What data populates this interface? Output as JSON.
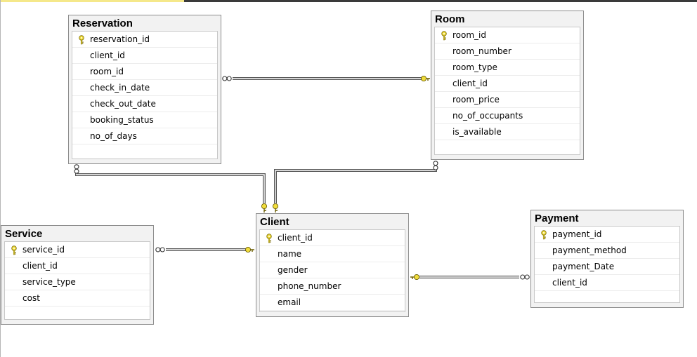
{
  "entities": {
    "reservation": {
      "title": "Reservation",
      "columns": [
        "reservation_id",
        "client_id",
        "room_id",
        "check_in_date",
        "check_out_date",
        "booking_status",
        "no_of_days"
      ],
      "primary_key": "reservation_id"
    },
    "room": {
      "title": "Room",
      "columns": [
        "room_id",
        "room_number",
        "room_type",
        "client_id",
        "room_price",
        "no_of_occupants",
        "is_available"
      ],
      "primary_key": "room_id"
    },
    "client": {
      "title": "Client",
      "columns": [
        "client_id",
        "name",
        "gender",
        "phone_number",
        "email"
      ],
      "primary_key": "client_id"
    },
    "service": {
      "title": "Service",
      "columns": [
        "service_id",
        "client_id",
        "service_type",
        "cost"
      ],
      "primary_key": "service_id"
    },
    "payment": {
      "title": "Payment",
      "columns": [
        "payment_id",
        "payment_method",
        "payment_Date",
        "client_id"
      ],
      "primary_key": "payment_id"
    }
  },
  "relationships": [
    {
      "name": "reservation-room",
      "one": "room",
      "many": "reservation"
    },
    {
      "name": "reservation-client",
      "one": "client",
      "many": "reservation"
    },
    {
      "name": "room-client",
      "one": "client",
      "many": "room"
    },
    {
      "name": "service-client",
      "one": "client",
      "many": "service"
    },
    {
      "name": "payment-client",
      "one": "client",
      "many": "payment"
    }
  ],
  "colors": {
    "key": "#f0dc3c",
    "line": "#5a5a5a",
    "border": "#8d8d8d",
    "header": "#f2f2f2"
  },
  "icons": {
    "primary_key": "key-icon",
    "one_end": "key-end-icon",
    "many_end": "infinity-icon"
  }
}
